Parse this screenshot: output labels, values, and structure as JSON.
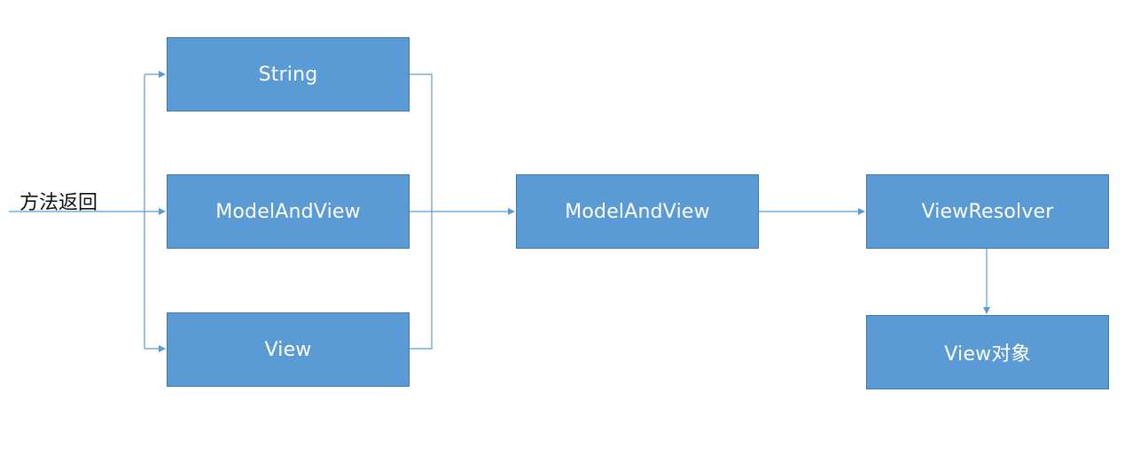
{
  "colors": {
    "box_fill": "#5b9bd5",
    "box_border": "#3f77b3",
    "connector": "#5b9bd5",
    "label_text": "#111111",
    "box_text": "#ffffff"
  },
  "entry": {
    "label": "方法返回"
  },
  "return_types": {
    "string": "String",
    "model_and_view": "ModelAndView",
    "view": "View"
  },
  "unified": {
    "model_and_view": "ModelAndView"
  },
  "resolution": {
    "view_resolver": "ViewResolver",
    "view_object": "View对象"
  }
}
